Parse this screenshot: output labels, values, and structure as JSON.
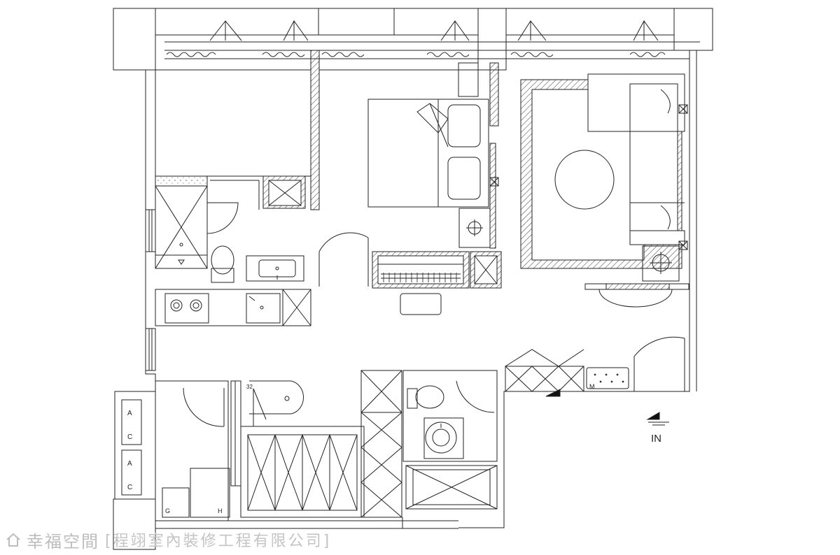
{
  "plan": {
    "entrance_label": "IN",
    "appliance_labels": {
      "ac_unit_1_top": "A",
      "ac_unit_1_bottom": "C",
      "ac_unit_2_top": "A",
      "ac_unit_2_bottom": "C",
      "gas_meter": "G",
      "water_heater": "H",
      "meter_box": "M",
      "stair_number": "32"
    }
  },
  "footer": {
    "brand": "幸福空間",
    "credit": "[程翊室內裝修工程有限公司]"
  },
  "colors": {
    "line": "#222222",
    "hatch": "#555555",
    "watermark": "#bdbdbd"
  }
}
